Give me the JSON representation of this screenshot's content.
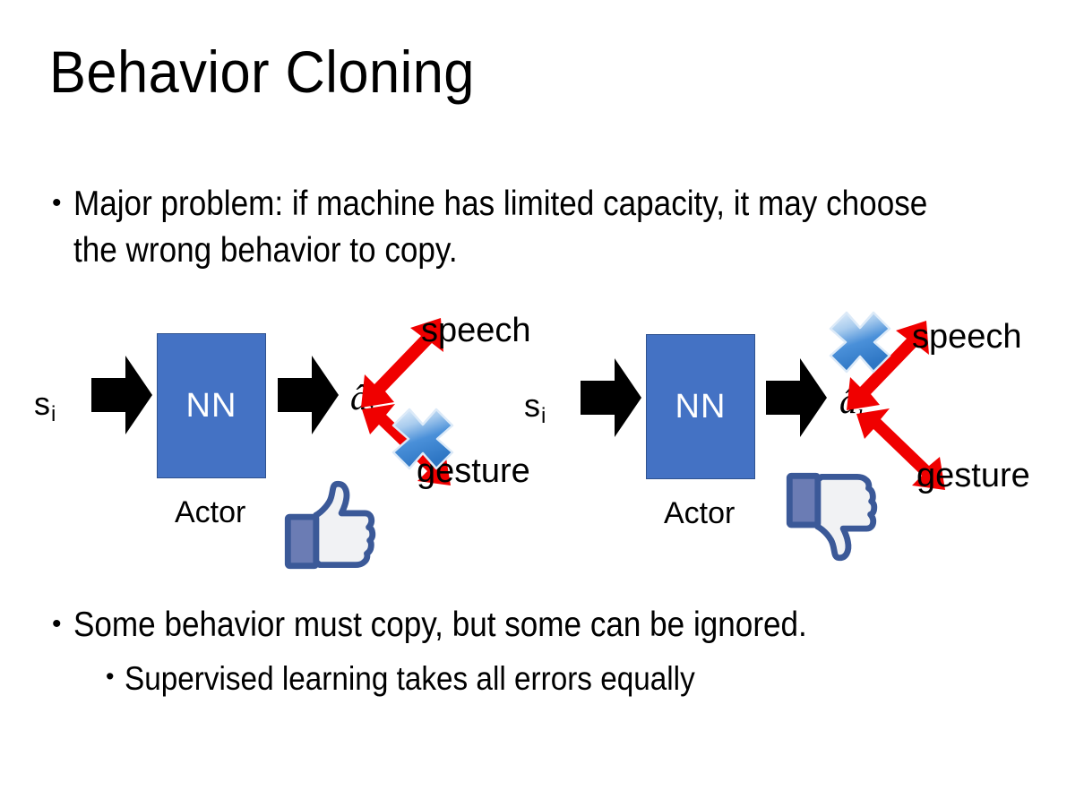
{
  "slide": {
    "title": "Behavior Cloning",
    "background_color": "#ffffff",
    "text_color": "#000000"
  },
  "bullets": {
    "top": "Major problem: if machine has limited capacity, it may choose the wrong behavior to copy.",
    "bottom_main": "Some behavior must copy, but some can be ignored.",
    "bottom_sub": "Supervised learning takes all errors equally",
    "bullet_glyph": "•"
  },
  "diagrams": {
    "left": {
      "state_symbol": "s",
      "state_subscript": "i",
      "box_label": "NN",
      "box_color": "#4472C4",
      "box_border_color": "#2F528F",
      "box_text_color": "#ffffff",
      "caption": "Actor",
      "action_symbol": "â",
      "action_subscript": "i",
      "output_upper": "speech",
      "output_lower": "gesture",
      "crossed_output": "gesture",
      "feedback_icon": "thumbs-up-icon",
      "arrow_color": "#F00000",
      "cross_color": "#5B9BD5"
    },
    "right": {
      "state_symbol": "s",
      "state_subscript": "i",
      "box_label": "NN",
      "box_color": "#4472C4",
      "box_border_color": "#2F528F",
      "box_text_color": "#ffffff",
      "caption": "Actor",
      "action_symbol": "â",
      "action_subscript": "i",
      "output_upper": "speech",
      "output_lower": "gesture",
      "crossed_output": "speech",
      "feedback_icon": "thumbs-down-icon",
      "arrow_color": "#F00000",
      "cross_color": "#5B9BD5"
    }
  }
}
